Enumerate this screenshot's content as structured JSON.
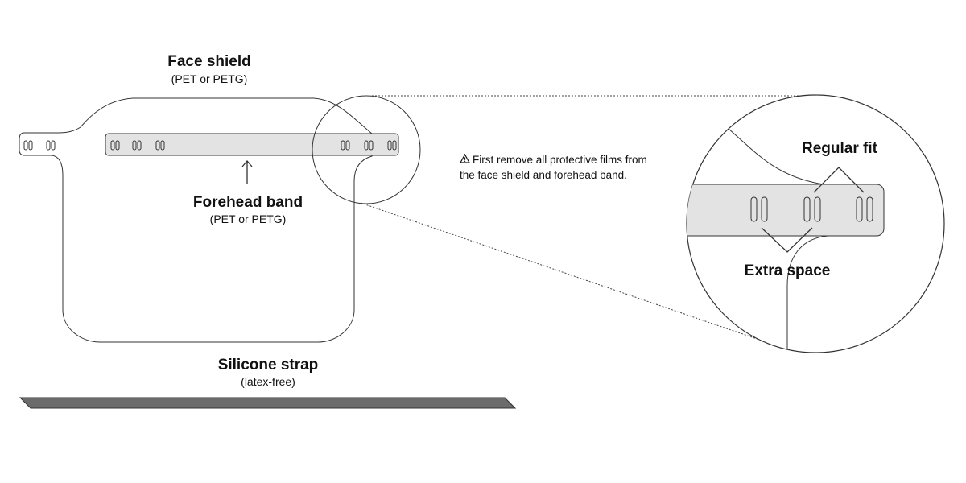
{
  "labels": {
    "face_shield": {
      "title": "Face shield",
      "material": "(PET or PETG)"
    },
    "forehead_band": {
      "title": "Forehead band",
      "material": "(PET or PETG)"
    },
    "silicone_strap": {
      "title": "Silicone strap",
      "material": "(latex-free)"
    },
    "regular_fit": "Regular fit",
    "extra_space": "Extra space"
  },
  "note": {
    "icon": "warning-triangle-icon",
    "line1": "First remove all protective films from",
    "line2": "the face shield and forehead band."
  },
  "colors": {
    "stroke": "#333333",
    "band_fill": "#e3e3e3",
    "strap_fill": "#6b6b6b",
    "text": "#111111"
  }
}
